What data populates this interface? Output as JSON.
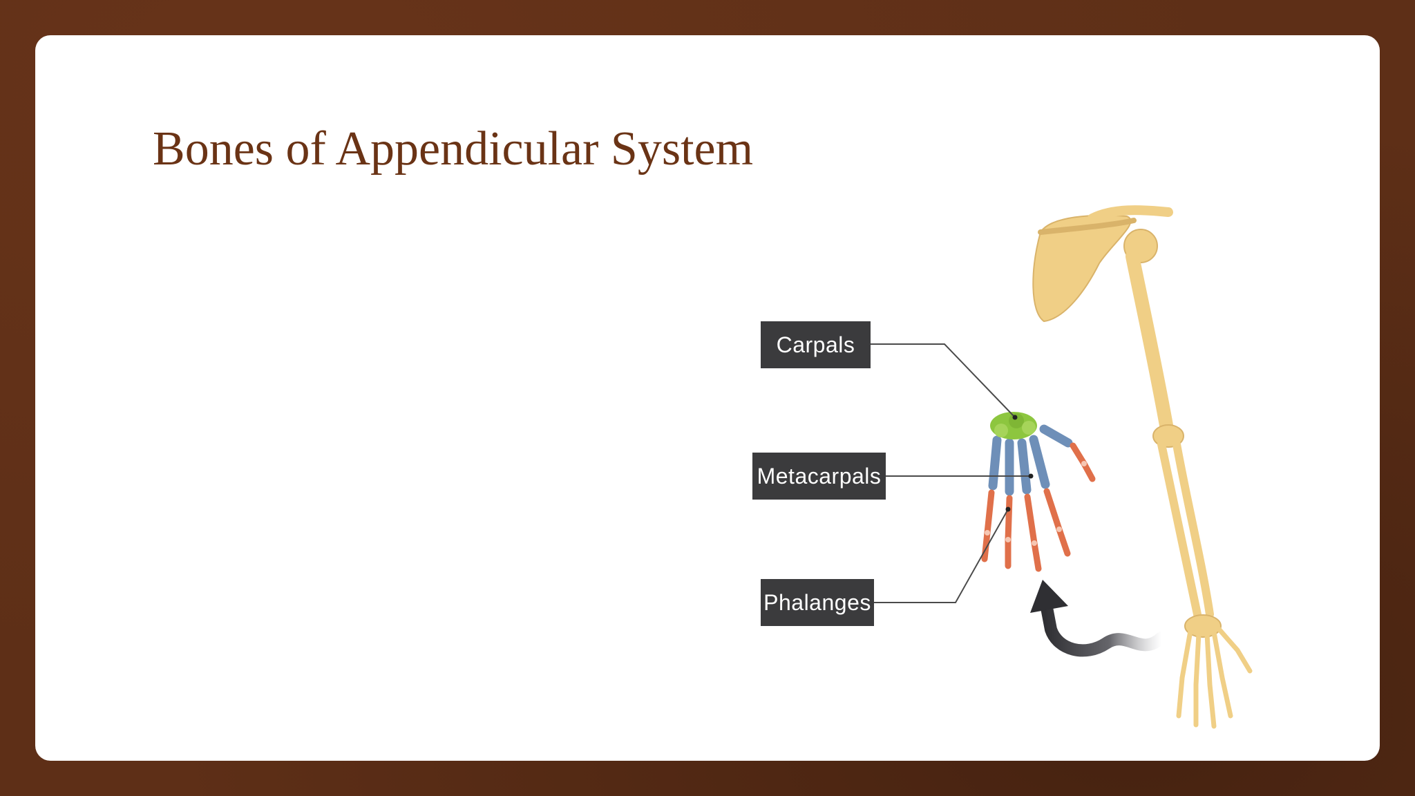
{
  "slide": {
    "title": "Bones of Appendicular System"
  },
  "diagram": {
    "labels": {
      "carpals": "Carpals",
      "metacarpals": "Metacarpals",
      "phalanges": "Phalanges"
    },
    "colors": {
      "carpals": "#8dc63f",
      "metacarpals": "#6e8fb8",
      "phalanges": "#e0704a",
      "bone": "#f0cf86",
      "label_bg": "#3b3b3d",
      "title": "#6a3315",
      "frame": "#5e2f17"
    },
    "icons": [
      "curved-arrow-icon"
    ]
  }
}
